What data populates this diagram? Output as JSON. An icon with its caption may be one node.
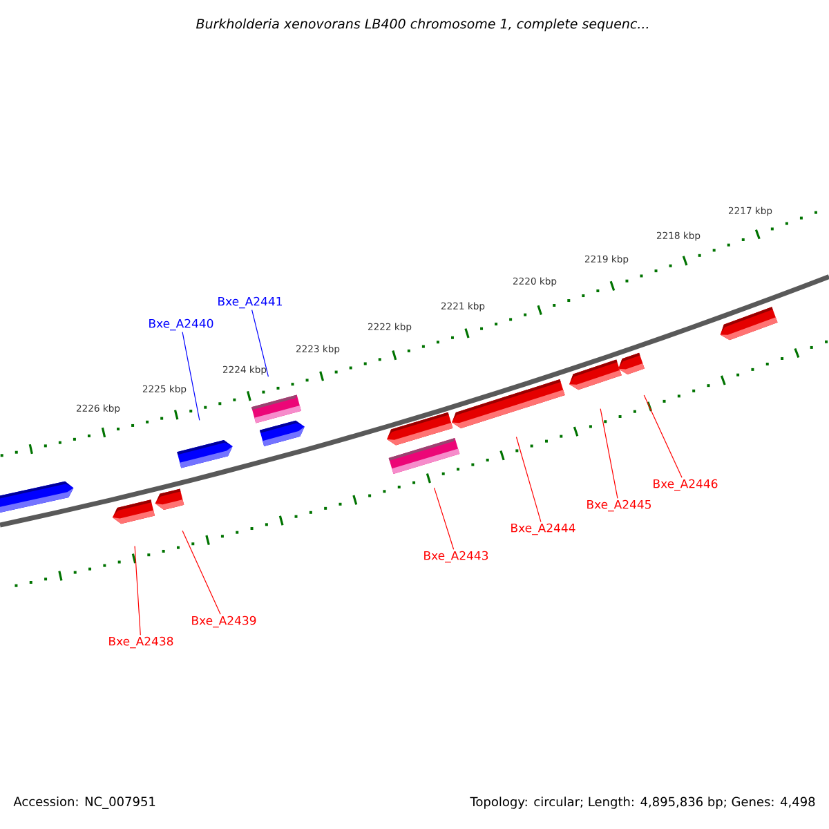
{
  "diagram": {
    "title": "Burkholderia xenovorans LB400 chromosome 1, complete sequenc...",
    "nodes": [
      {
        "text": [
          "Bxe_A2441"
        ]
      },
      {
        "text": [
          "Bxe_A2440"
        ]
      },
      {
        "text": [
          "Bxe_A2446"
        ]
      },
      {
        "text": [
          "Bxe_A2445"
        ]
      },
      {
        "text": [
          "Bxe_A2444"
        ]
      },
      {
        "text": [
          "Bxe_A2443"
        ]
      },
      {
        "text": [
          "Bxe_A2439"
        ]
      },
      {
        "text": [
          "Bxe_A2438"
        ]
      },
      {
        "text": [],
        "shape": "bar"
      },
      {
        "text": [],
        "shape": "bar"
      },
      {
        "text": [],
        "shape": "bar"
      },
      {
        "text": [],
        "shape": "bar"
      },
      {
        "text": [],
        "shape": "bar"
      },
      {
        "text": [],
        "shape": "bar"
      },
      {
        "text": [],
        "shape": "bar"
      },
      {
        "text": [],
        "shape": "bar"
      },
      {
        "text": [],
        "shape": "bar"
      },
      {
        "text": [],
        "shape": "bar"
      },
      {
        "text": [],
        "shape": "bar"
      },
      {
        "text": [],
        "shape": "bar"
      }
    ],
    "edges": [
      {
        "from": 0,
        "to": 12,
        "arrow": "none",
        "color": "#0000ff"
      },
      {
        "from": 1,
        "to": 11,
        "arrow": "none",
        "color": "#0000ff"
      },
      {
        "from": 2,
        "to": 18,
        "arrow": "none"
      },
      {
        "from": 3,
        "to": 17,
        "arrow": "none"
      },
      {
        "from": 4,
        "to": 16,
        "arrow": "none"
      },
      {
        "from": 5,
        "to": 15,
        "arrow": "none"
      },
      {
        "from": 6,
        "to": 10,
        "arrow": "none"
      },
      {
        "from": 7,
        "to": 9,
        "arrow": "none"
      }
    ],
    "labels": [
      "2226 kbp",
      "2225 kbp",
      "2224 kbp",
      "2223 kbp",
      "2222 kbp",
      "2221 kbp",
      "2220 kbp",
      "2219 kbp",
      "2218 kbp",
      "2217 kbp",
      "Accession: NC_007951",
      "Topology: circular; Length: 4,895,836 bp; Genes: 4,498"
    ]
  }
}
